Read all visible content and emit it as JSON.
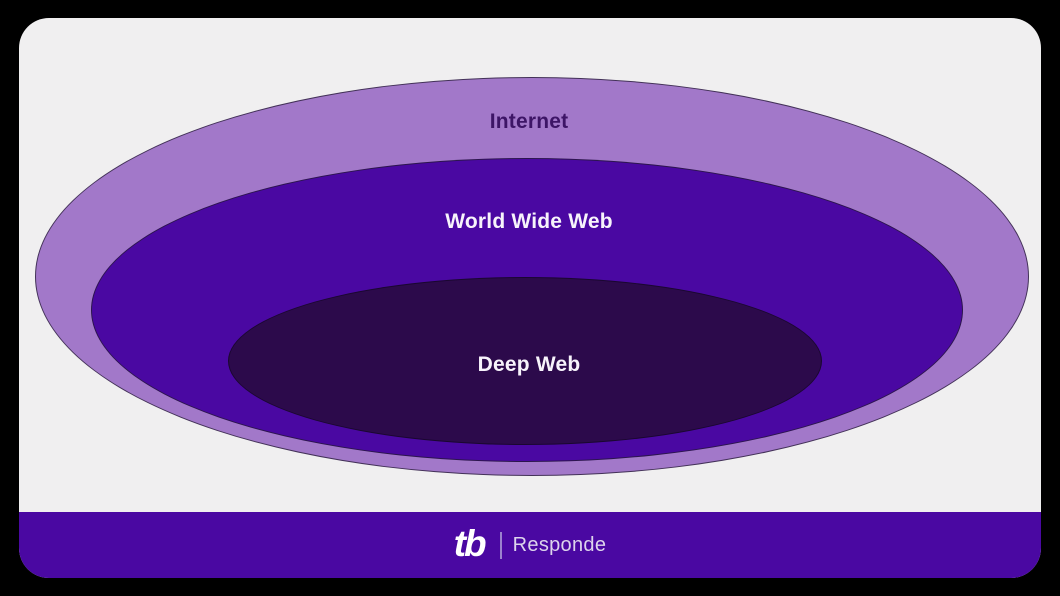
{
  "theme": {
    "page_bg": "#000000",
    "card_bg": "#F0EFF0",
    "ring_outer": "#A278C9",
    "ring_middle": "#4A08A2",
    "ring_inner": "#2C0A4B",
    "ring_border": "rgba(35,25,50,0.75)",
    "label_dark": "#3D1566",
    "label_light": "#F7F3FB",
    "footer_bg": "#4A08A2",
    "footer_text": "#DDD4EC",
    "separator": "#9B82CE"
  },
  "diagram": {
    "type": "nested-ellipse-diagram",
    "rings": [
      {
        "label": "Internet",
        "color": "#A278C9",
        "text_color": "#3D1566"
      },
      {
        "label": "World Wide Web",
        "color": "#4A08A2",
        "text_color": "#F7F3FB"
      },
      {
        "label": "Deep Web",
        "color": "#2C0A4B",
        "text_color": "#F7F3FB"
      }
    ]
  },
  "footer": {
    "logo": "tb",
    "brand": "Responde"
  }
}
